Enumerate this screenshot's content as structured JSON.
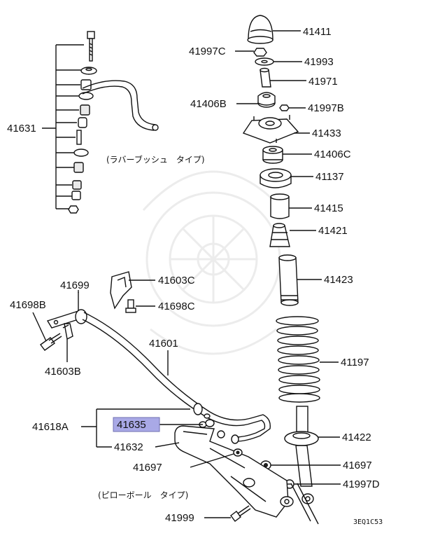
{
  "labels": {
    "p41411": "41411",
    "p41997C": "41997C",
    "p41993": "41993",
    "p41971": "41971",
    "p41406B": "41406B",
    "p41997B": "41997B",
    "p41433": "41433",
    "p41406C": "41406C",
    "p41137": "41137",
    "p41415": "41415",
    "p41421": "41421",
    "p41423": "41423",
    "p41197": "41197",
    "p41422": "41422",
    "p41697_right": "41697",
    "p41997D": "41997D",
    "p41631": "41631",
    "p41699": "41699",
    "p41698B": "41698B",
    "p41603C": "41603C",
    "p41698C": "41698C",
    "p41601": "41601",
    "p41603B": "41603B",
    "p41618A": "41618A",
    "p41635": "41635",
    "p41632": "41632",
    "p41697_left": "41697",
    "p41999": "41999"
  },
  "notes": {
    "rubber_bush_type": "(ラバーブッシュ　タイプ)",
    "pillow_ball_type": "(ピローボール　タイプ)"
  },
  "diagram_code": "3EQ1C53",
  "highlight": {
    "part": "41635",
    "color": "#a9a9e6"
  }
}
